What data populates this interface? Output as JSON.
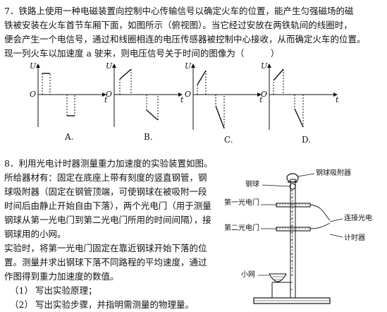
{
  "q7": {
    "line1": "7．铁路上使用一种电磁装置向控制中心传输信号以确定火车的位置，能产生匀强磁场的磁",
    "line2": "铁被安装在火车首节车厢下面，如图所示（俯视图）。当它经过安放在两铁轨间的线圈时，",
    "line3": "便会产生一个电信号，通过和线圈相连的电压传感器被控制中心接收，从而确定火车的位置。",
    "line4": "现一列火车以加速度 a 驶来，则电压信号关于时间的图像为（　　　）",
    "graphs": [
      {
        "letter": "A.",
        "axis_u": "U",
        "axis_t": "t",
        "origin": "O"
      },
      {
        "letter": "B.",
        "axis_u": "U",
        "axis_t": "t",
        "origin": "O"
      },
      {
        "letter": "C.",
        "axis_u": "U",
        "axis_t": "t",
        "origin": "O"
      },
      {
        "letter": "D.",
        "axis_u": "U",
        "axis_t": "t",
        "origin": "O"
      }
    ]
  },
  "q8": {
    "line1": "8．利用光电计时器测量重力加速度的实验装置如图。",
    "line2": "所给器材有：固定在底座上带有刻度的竖直钢管，钢",
    "line3": "球吸附器（固定在钢管顶端，可使钢球在被吸附一段",
    "line4": "时间后由静止开始自由下落），两个光电门（用于测量",
    "line5": "钢球从第一光电门到第二光电门所用的时间间隔），接",
    "line6": "钢球用的小网。",
    "line7": "实验时，将第一光电门固定在靠近钢球开始下落的位",
    "line8": "置。测量并求出钢球下落不同路程的平均速度，通过",
    "line9": "作图得到重力加速度的数值。",
    "sub1_num": "（1）",
    "sub1_text": "写出实验原理；",
    "sub2_num": "（2）",
    "sub2_text": "写出实验步骤，并指明需测量的物理量。",
    "apparatus": {
      "adsorber": "钢球吸附器",
      "ball": "钢球",
      "gate1": "第一光电门",
      "connect": "连接光电",
      "gate2": "第二光电门",
      "timer": "计时器",
      "net": "小网"
    }
  }
}
